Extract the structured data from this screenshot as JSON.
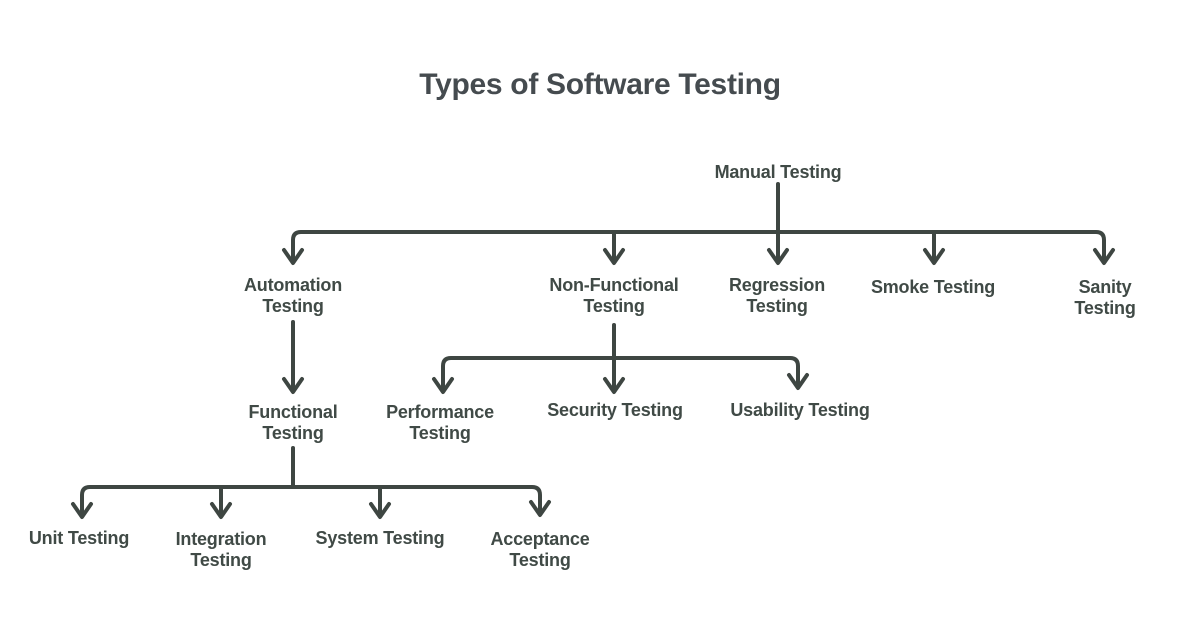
{
  "title": "Types of Software Testing",
  "colors": {
    "background": "#ffffff",
    "title_text": "#454b4f",
    "node_text": "#404a46",
    "connector_line": "#3e4642"
  },
  "diagram": {
    "root": "manual-testing",
    "nodes": [
      {
        "id": "manual-testing",
        "label": "Manual Testing"
      },
      {
        "id": "automation-testing",
        "label": "Automation\nTesting"
      },
      {
        "id": "non-functional-testing",
        "label": "Non-Functional\nTesting"
      },
      {
        "id": "regression-testing",
        "label": "Regression\nTesting"
      },
      {
        "id": "smoke-testing",
        "label": "Smoke Testing"
      },
      {
        "id": "sanity-testing",
        "label": "Sanity Testing"
      },
      {
        "id": "functional-testing",
        "label": "Functional\nTesting"
      },
      {
        "id": "performance-testing",
        "label": "Performance\nTesting"
      },
      {
        "id": "security-testing",
        "label": "Security Testing"
      },
      {
        "id": "usability-testing",
        "label": "Usability Testing"
      },
      {
        "id": "unit-testing",
        "label": "Unit Testing"
      },
      {
        "id": "integration-testing",
        "label": "Integration\nTesting"
      },
      {
        "id": "system-testing",
        "label": "System Testing"
      },
      {
        "id": "acceptance-testing",
        "label": "Acceptance\nTesting"
      }
    ],
    "edges": [
      {
        "from": "manual-testing",
        "to": "automation-testing"
      },
      {
        "from": "manual-testing",
        "to": "non-functional-testing"
      },
      {
        "from": "manual-testing",
        "to": "regression-testing"
      },
      {
        "from": "manual-testing",
        "to": "smoke-testing"
      },
      {
        "from": "manual-testing",
        "to": "sanity-testing"
      },
      {
        "from": "automation-testing",
        "to": "functional-testing"
      },
      {
        "from": "non-functional-testing",
        "to": "performance-testing"
      },
      {
        "from": "non-functional-testing",
        "to": "security-testing"
      },
      {
        "from": "non-functional-testing",
        "to": "usability-testing"
      },
      {
        "from": "functional-testing",
        "to": "unit-testing"
      },
      {
        "from": "functional-testing",
        "to": "integration-testing"
      },
      {
        "from": "functional-testing",
        "to": "system-testing"
      },
      {
        "from": "functional-testing",
        "to": "acceptance-testing"
      }
    ]
  }
}
